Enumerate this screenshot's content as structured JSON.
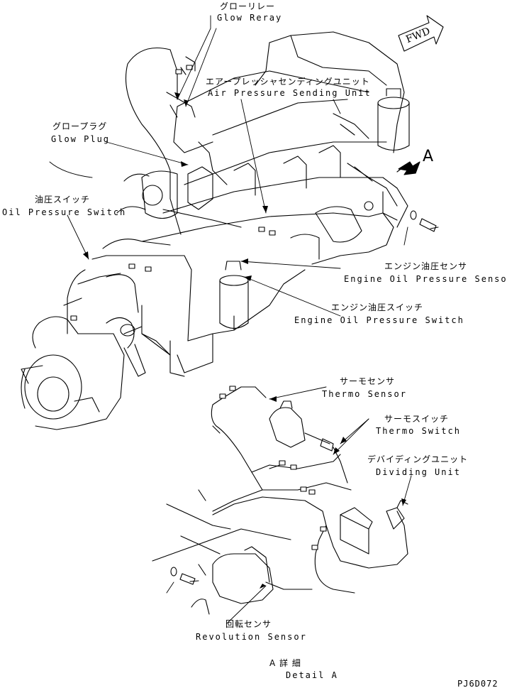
{
  "labels": {
    "glow_relay_jp": "グローリレー",
    "glow_relay_en": "Glow Reray",
    "air_pressure_jp": "エアープレッシャセンディングユニット",
    "air_pressure_en": "Air Pressure Sending Unit",
    "glow_plug_jp": "グロープラグ",
    "glow_plug_en": "Glow Plug",
    "oil_switch_jp": "油圧スイッチ",
    "oil_switch_en": "Oil Pressure Switch",
    "eng_oil_sensor_jp": "エンジン油圧センサ",
    "eng_oil_sensor_en": "Engine Oil Pressure Sensor",
    "eng_oil_switch_jp": "エンジン油圧スイッチ",
    "eng_oil_switch_en": "Engine Oil Pressure Switch",
    "thermo_sensor_jp": "サーモセンサ",
    "thermo_sensor_en": "Thermo Sensor",
    "thermo_switch_jp": "サーモスイッチ",
    "thermo_switch_en": "Thermo Switch",
    "dividing_unit_jp": "デバイディングユニット",
    "dividing_unit_en": "Dividing Unit",
    "revolution_jp": "回転センサ",
    "revolution_en": "Revolution Sensor",
    "detail_jp": "A 詳 細",
    "detail_en": "Detail A",
    "view_marker": "A",
    "fwd": "FWD",
    "drawing_code": "PJ6D072"
  }
}
